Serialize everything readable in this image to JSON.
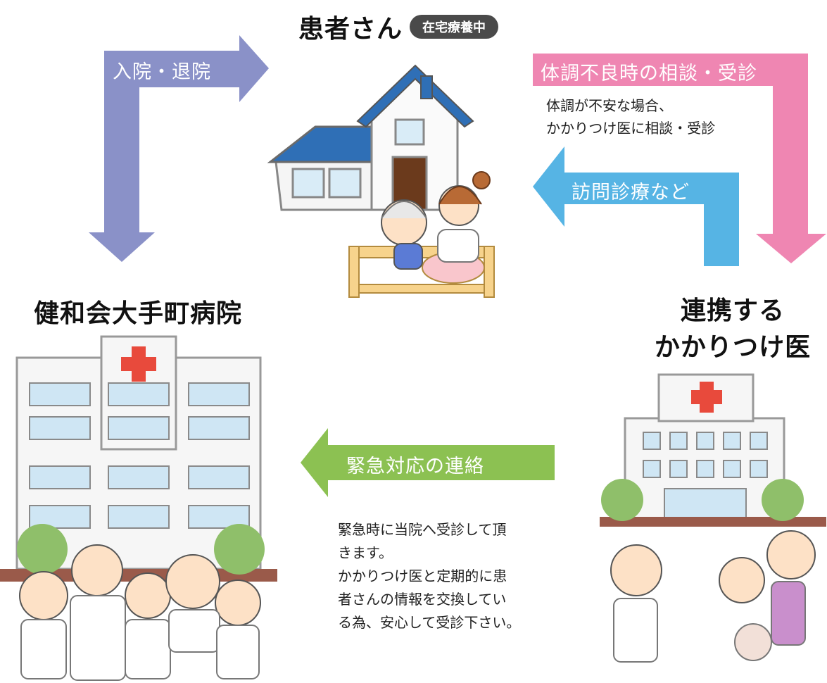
{
  "patient": {
    "title": "患者さん",
    "badge": "在宅療養中"
  },
  "hospital": {
    "name": "健和会大手町病院"
  },
  "clinic": {
    "name_line1": "連携する",
    "name_line2": "かかりつけ医"
  },
  "arrows": {
    "admission": "入院・退院",
    "consult": "体調不良時の相談・受診",
    "home_visit": "訪問診療など",
    "emergency": "緊急対応の連絡"
  },
  "notes": {
    "consult_line1": "体調が不安な場合、",
    "consult_line2": "かかりつけ医に相談・受診",
    "emergency_lines": [
      "緊急時に当院へ受診して頂",
      "きます。",
      "かかりつけ医と定期的に患",
      "者さんの情報を交換してい",
      "る為、安心して受診下さい。"
    ]
  },
  "colors": {
    "admission_arrow": "#8a91c8",
    "consult_arrow": "#ef86b2",
    "home_visit_arrow": "#56b4e4",
    "emergency_arrow": "#8cc152",
    "cross": "#e84a3c",
    "house_roof": "#2f6fb6"
  }
}
